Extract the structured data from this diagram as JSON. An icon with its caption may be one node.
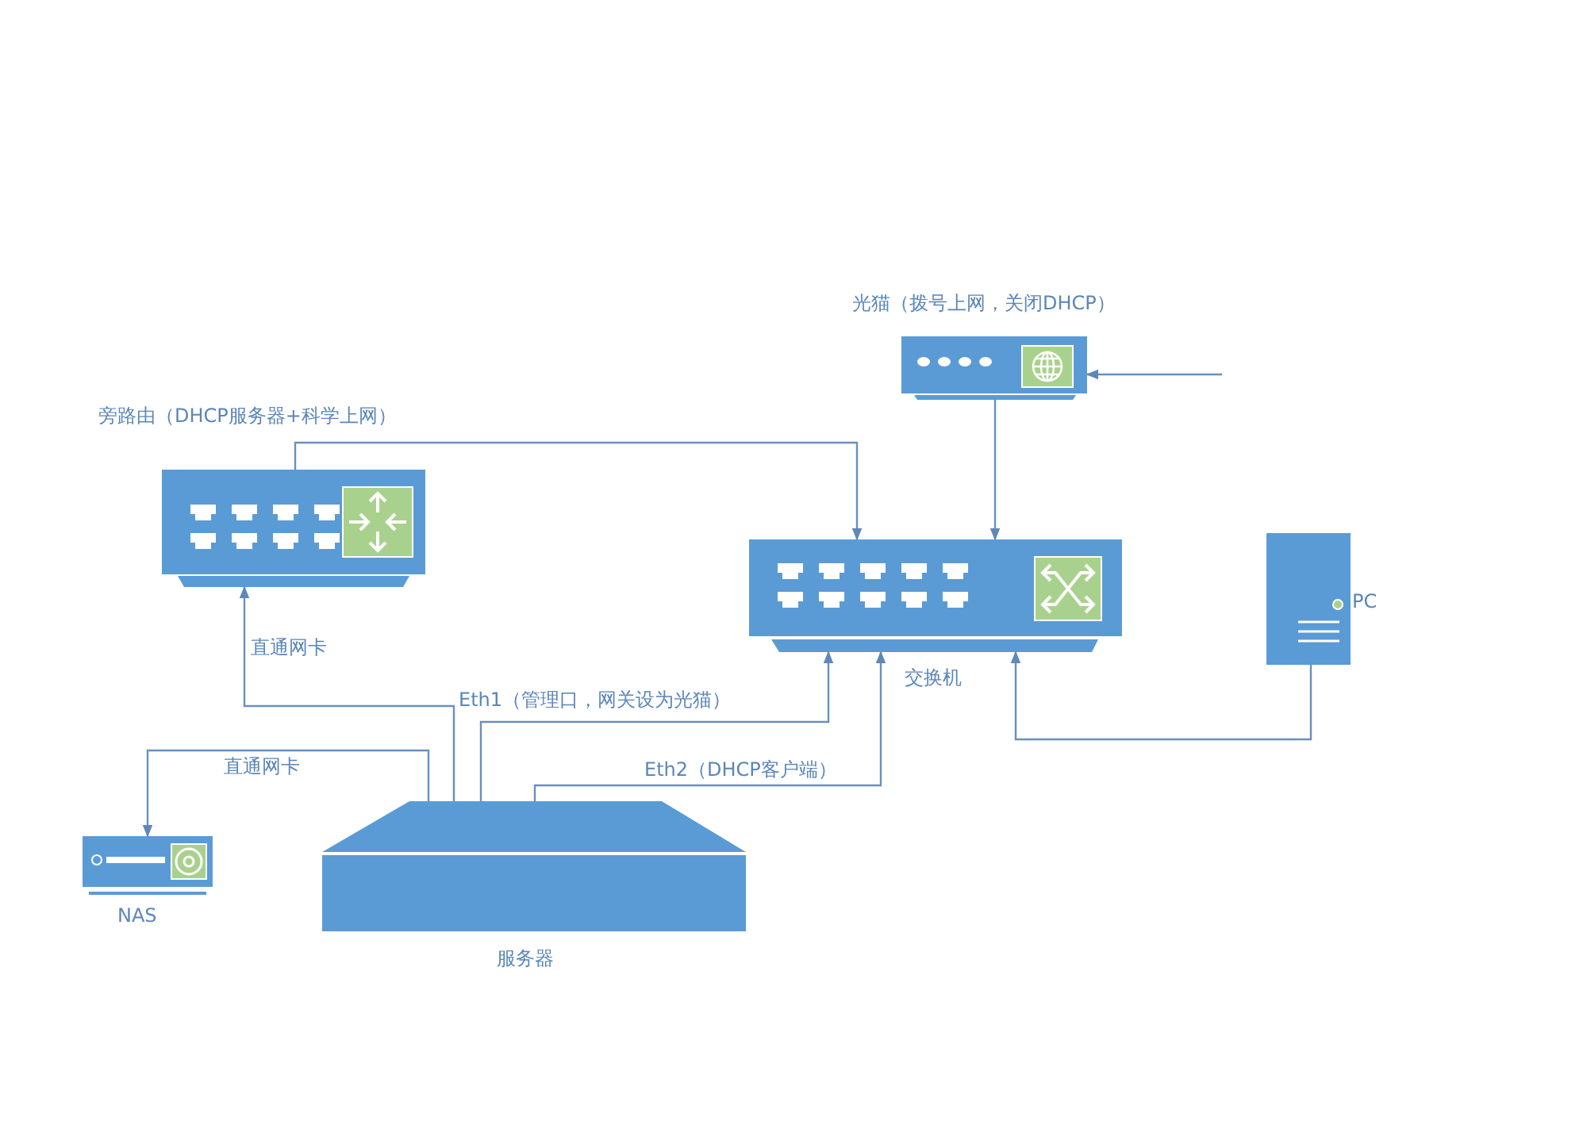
{
  "diagram": {
    "nodes": [
      {
        "text": [
          "旁路由（DHCP服务器+科学上网）"
        ]
      },
      {
        "text": [
          "光猫（拨号上网，关闭DHCP）"
        ]
      },
      {
        "text": [
          "交换机"
        ]
      },
      {
        "text": [
          "PC"
        ]
      },
      {
        "text": [
          "NAS"
        ]
      },
      {
        "text": [
          "服务器"
        ]
      }
    ],
    "edges": [
      {
        "from": 0,
        "to": 2,
        "arrow": "to"
      },
      {
        "from": 1,
        "to": 2,
        "arrow": "to"
      },
      {
        "from": null,
        "to": 1,
        "arrow": "to"
      },
      {
        "from": 3,
        "to": 2,
        "arrow": "to"
      },
      {
        "from": 5,
        "to": 0,
        "arrow": "to",
        "label": "直通网卡"
      },
      {
        "from": 5,
        "to": 4,
        "arrow": "to",
        "label": "直通网卡"
      },
      {
        "from": 5,
        "to": 2,
        "arrow": "to",
        "label": "Eth1（管理口，网关设为光猫）"
      },
      {
        "from": 5,
        "to": 2,
        "arrow": "to",
        "label": "Eth2（DHCP客户端）"
      }
    ]
  }
}
